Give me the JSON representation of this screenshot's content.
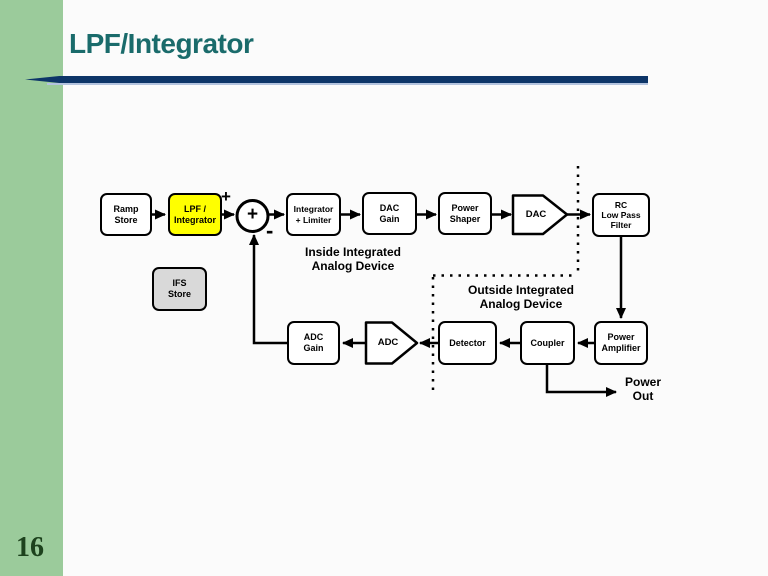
{
  "slide": {
    "title": "LPF/Integrator",
    "page_number": "16",
    "colors": {
      "accent_green": "#9bcb9b",
      "title_teal": "#1a6b6b",
      "rule_navy": "#0d3568",
      "highlight_yellow": "#ffff00",
      "store_gray": "#d9d9d9"
    }
  },
  "diagram": {
    "blocks": {
      "ramp_store": "Ramp\nStore",
      "lpf_integrator": "LPF /\nIntegrator",
      "integrator_limiter": "Integrator\n+ Limiter",
      "dac_gain": "DAC\nGain",
      "power_shaper": "Power\nShaper",
      "dac": "DAC",
      "rc_low_pass_filter": "RC\nLow Pass\nFilter",
      "ifs_store": "IFS\nStore",
      "adc_gain": "ADC\nGain",
      "adc": "ADC",
      "detector": "Detector",
      "coupler": "Coupler",
      "power_amplifier": "Power\nAmplifier"
    },
    "labels": {
      "inside_device": "Inside Integrated\nAnalog Device",
      "outside_device": "Outside Integrated\nAnalog Device",
      "power_out": "Power\nOut",
      "sum_symbol": "+",
      "sum_plus_input": "+",
      "sum_minus_input": "-"
    }
  }
}
